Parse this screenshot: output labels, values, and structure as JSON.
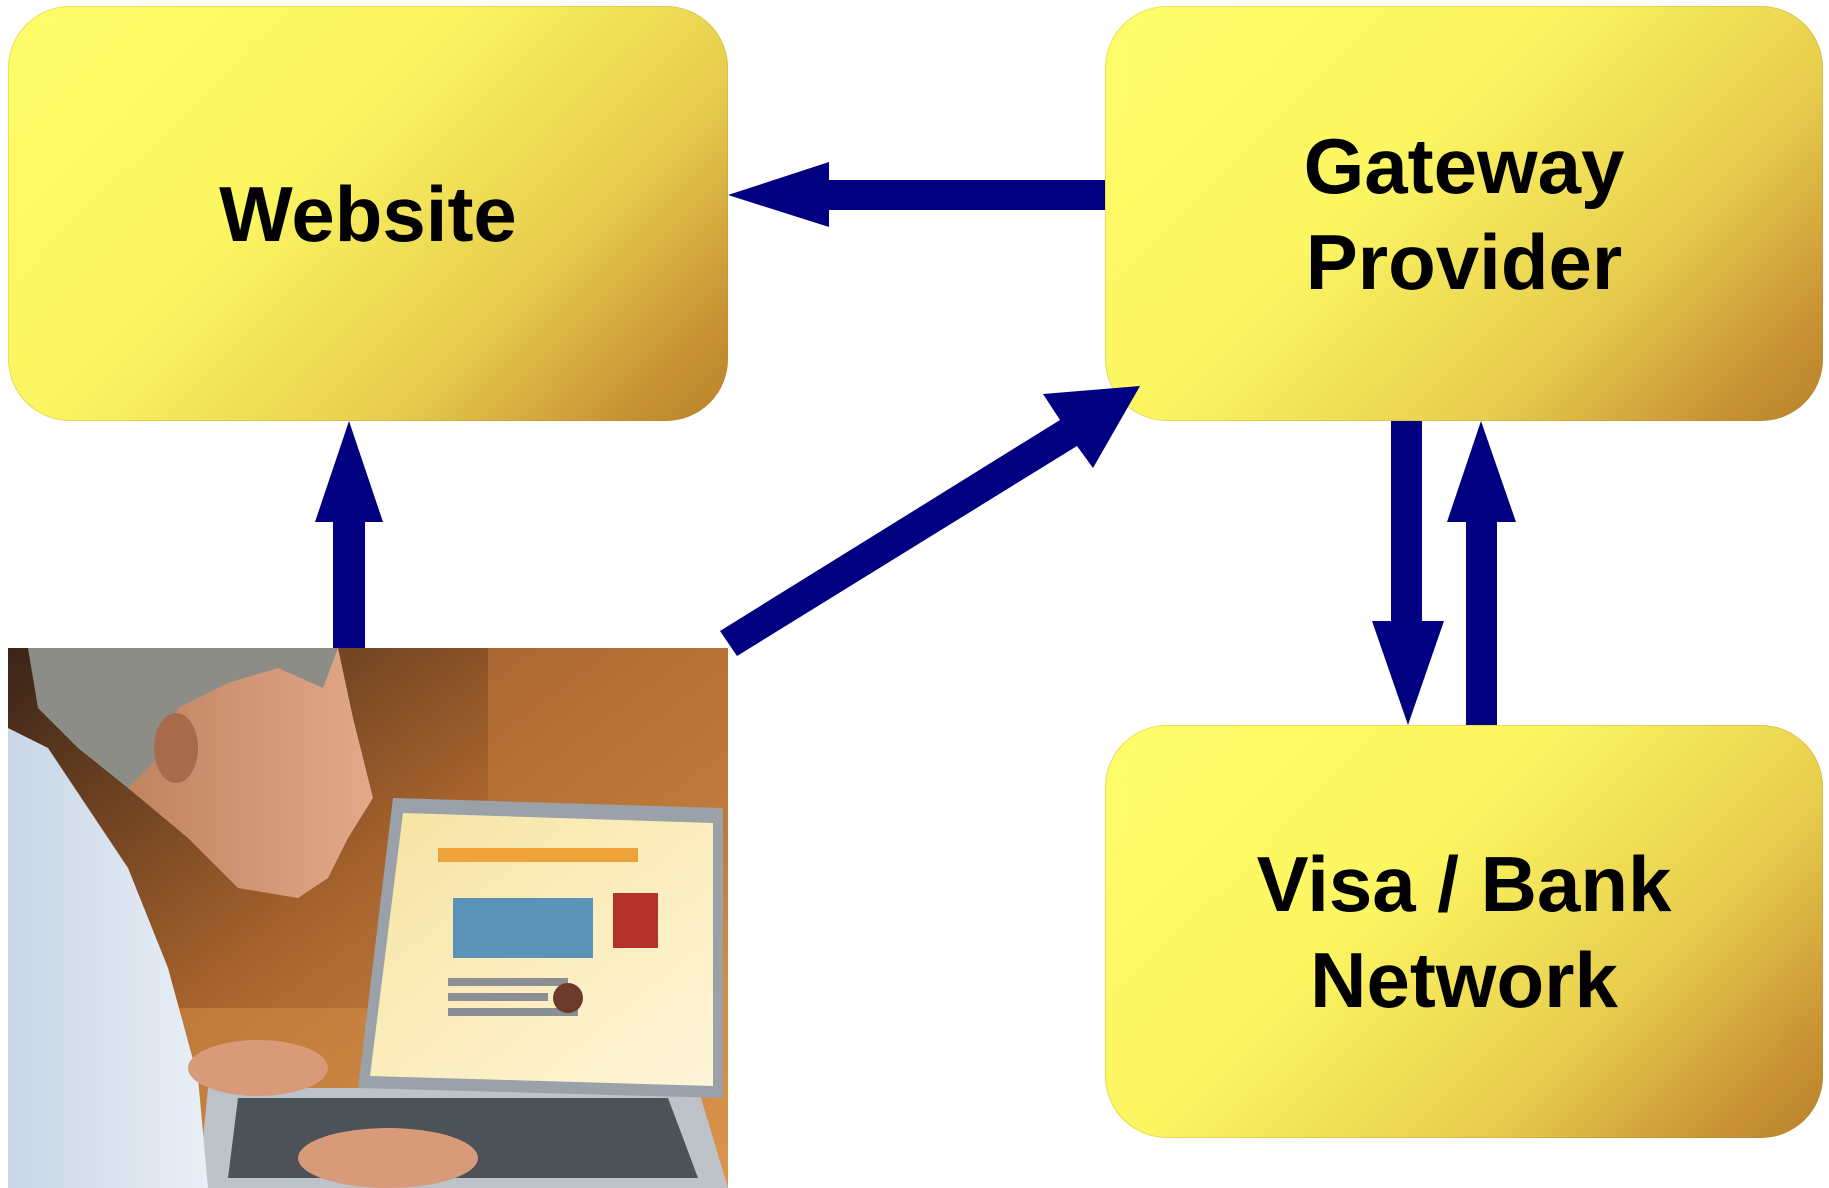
{
  "nodes": {
    "website": {
      "label": "Website"
    },
    "gateway": {
      "line1": "Gateway",
      "line2": "Provider"
    },
    "visa": {
      "line1": "Visa / Bank",
      "line2": "Network"
    }
  },
  "colors": {
    "arrow": "#010080",
    "box_light": "#fffe6a",
    "box_dark": "#b9812c"
  },
  "photo": {
    "subject": "man-using-laptop-illustration"
  }
}
